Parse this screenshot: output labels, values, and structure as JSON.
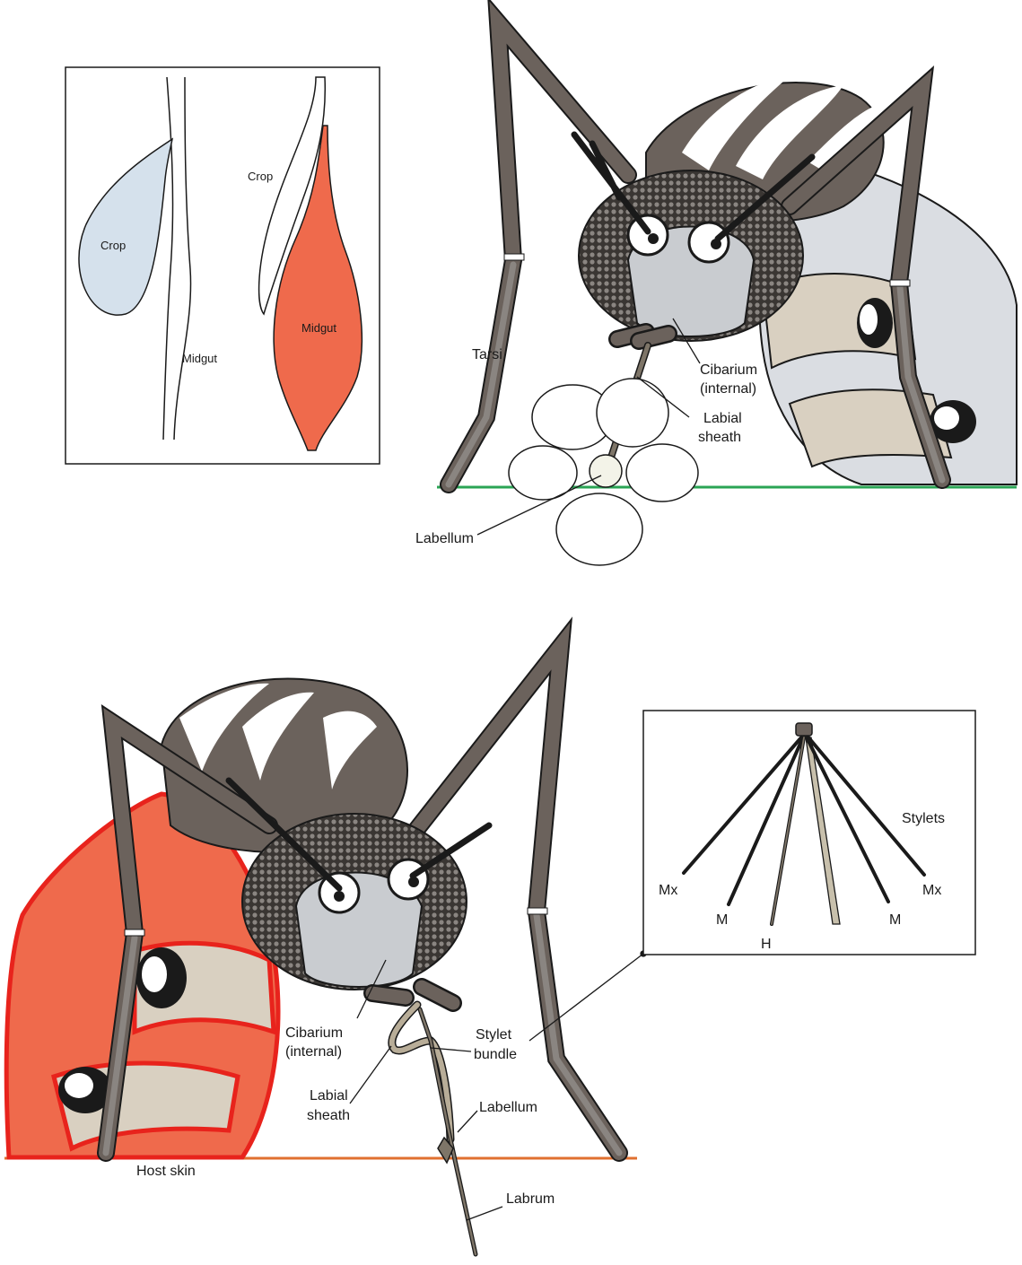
{
  "inset_gut": {
    "crop_left": "Crop",
    "midgut_left": "Midgut",
    "crop_right": "Crop",
    "midgut_right": "Midgut",
    "colors": {
      "crop_nectar": "#d5e1ec",
      "midgut_blood": "#ef6a4c",
      "outline": "#1a1a1a"
    }
  },
  "nectar_feeding": {
    "labels": {
      "tarsi": "Tarsi",
      "cibarium_line1": "Cibarium",
      "cibarium_line2": "(internal)",
      "labial_sheath_line1": "Labial",
      "labial_sheath_line2": "sheath",
      "labellum": "Labellum"
    },
    "colors": {
      "ground": "#2aa454",
      "abdomen": "#dadde2",
      "body": "#6b625c"
    }
  },
  "blood_feeding": {
    "labels": {
      "cibarium_line1": "Cibarium",
      "cibarium_line2": "(internal)",
      "labial_sheath_line1": "Labial",
      "labial_sheath_line2": "sheath",
      "stylet_bundle_line1": "Stylet",
      "stylet_bundle_line2": "bundle",
      "labellum": "Labellum",
      "labrum": "Labrum",
      "host_skin": "Host skin"
    },
    "colors": {
      "skin": "#e07030",
      "abdomen": "#ef6a4c",
      "abdomen_outline": "#e8231c"
    }
  },
  "inset_stylets": {
    "title": "Stylets",
    "stylet_labels": [
      "Mx",
      "M",
      "H",
      "M",
      "Mx"
    ]
  }
}
